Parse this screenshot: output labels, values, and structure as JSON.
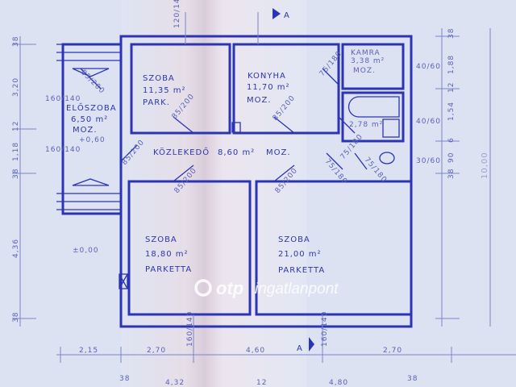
{
  "rooms": {
    "eloszoba": {
      "name": "ELŐSZOBA",
      "area": "6,50 m²",
      "floor": "MOZ.",
      "level": "+0,60"
    },
    "szoba1": {
      "name": "SZOBA",
      "area": "11,35 m²",
      "floor": "PARK."
    },
    "konyha": {
      "name": "KONYHA",
      "area": "11,70 m²",
      "floor": "MOZ."
    },
    "kamra": {
      "name": "KAMRA",
      "area": "3,38 m²",
      "floor": "MOZ."
    },
    "furdo": {
      "area": "2,78 m²"
    },
    "kozlekedo": {
      "name": "KÖZLEKEDŐ",
      "area": "8,60 m²",
      "floor": "MOZ."
    },
    "szoba2": {
      "name": "SZOBA",
      "area": "18,80 m²",
      "floor": "PARKETTA"
    },
    "szoba3": {
      "name": "SZOBA",
      "area": "21,00 m²",
      "floor": "PARKETTA"
    }
  },
  "doors": [
    "85/200",
    "85/200",
    "85/200",
    "85/200",
    "85/200",
    "85/200",
    "75/180",
    "75/180",
    "75/180",
    "75/180"
  ],
  "windows": [
    "120/140",
    "160/140",
    "160/140",
    "160/140",
    "160/140",
    "40/60",
    "40/60",
    "30/60"
  ],
  "section_marks": [
    "A",
    "A"
  ],
  "level_mark": "±0,00",
  "dims_left": [
    "38",
    "3,20",
    "12",
    "1,18",
    "38",
    "4,36",
    "38"
  ],
  "dims_right": [
    "38",
    "1,88",
    "12",
    "1,54",
    "6",
    "90",
    "38"
  ],
  "dim_total": "10,00",
  "dims_bottom": [
    "2,15",
    "2,70",
    "4,60",
    "2,70"
  ],
  "dims_bottom2": [
    "38",
    "4,32",
    "12",
    "4,80",
    "38"
  ],
  "watermark": {
    "brand": "otp",
    "text": "ingatlanpont"
  },
  "colors": {
    "ink": "#2b34b5",
    "paper": "#dfe4f2"
  }
}
